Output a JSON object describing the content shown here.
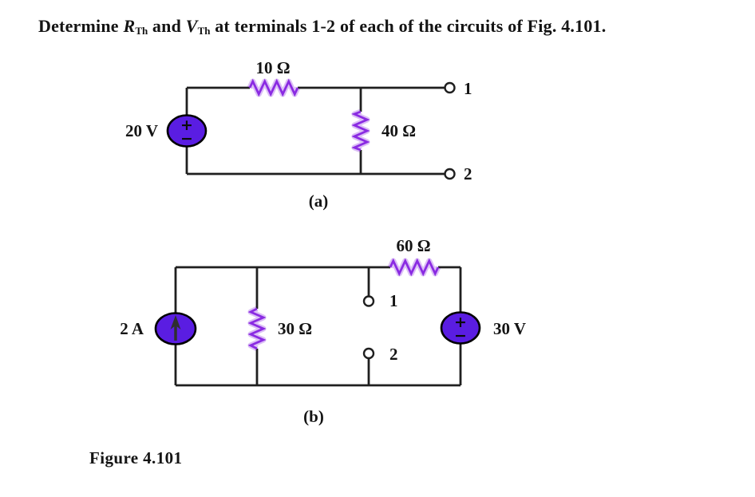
{
  "problem": {
    "prefix": "Determine ",
    "r_symbol": "R",
    "r_subscript": "Th",
    "conjunction": " and ",
    "v_symbol": "V",
    "v_subscript": "Th",
    "suffix": " at terminals 1-2 of each of the circuits of Fig. 4.101."
  },
  "figure": {
    "caption": "Figure 4.101",
    "circuit_a": {
      "sublabel": "(a)",
      "voltage_source_value": "20 V",
      "polarity_plus": "+",
      "polarity_minus": "−",
      "series_resistor_value": "10 Ω",
      "shunt_resistor_value": "40 Ω",
      "terminal_1": "1",
      "terminal_2": "2"
    },
    "circuit_b": {
      "sublabel": "(b)",
      "current_source_value": "2 A",
      "shunt_resistor_value": "30 Ω",
      "series_resistor_value": "60 Ω",
      "voltage_source_value": "30 V",
      "polarity_plus": "+",
      "polarity_minus": "−",
      "terminal_1": "1",
      "terminal_2": "2"
    }
  },
  "colors": {
    "background": "#ffffff",
    "wire": "#1f1f1f",
    "resistor": "#8a2be2",
    "source-fill": "#5a1de2",
    "source-stroke": "#000000",
    "arrow": "#2f2f2f",
    "text": "#141414"
  }
}
